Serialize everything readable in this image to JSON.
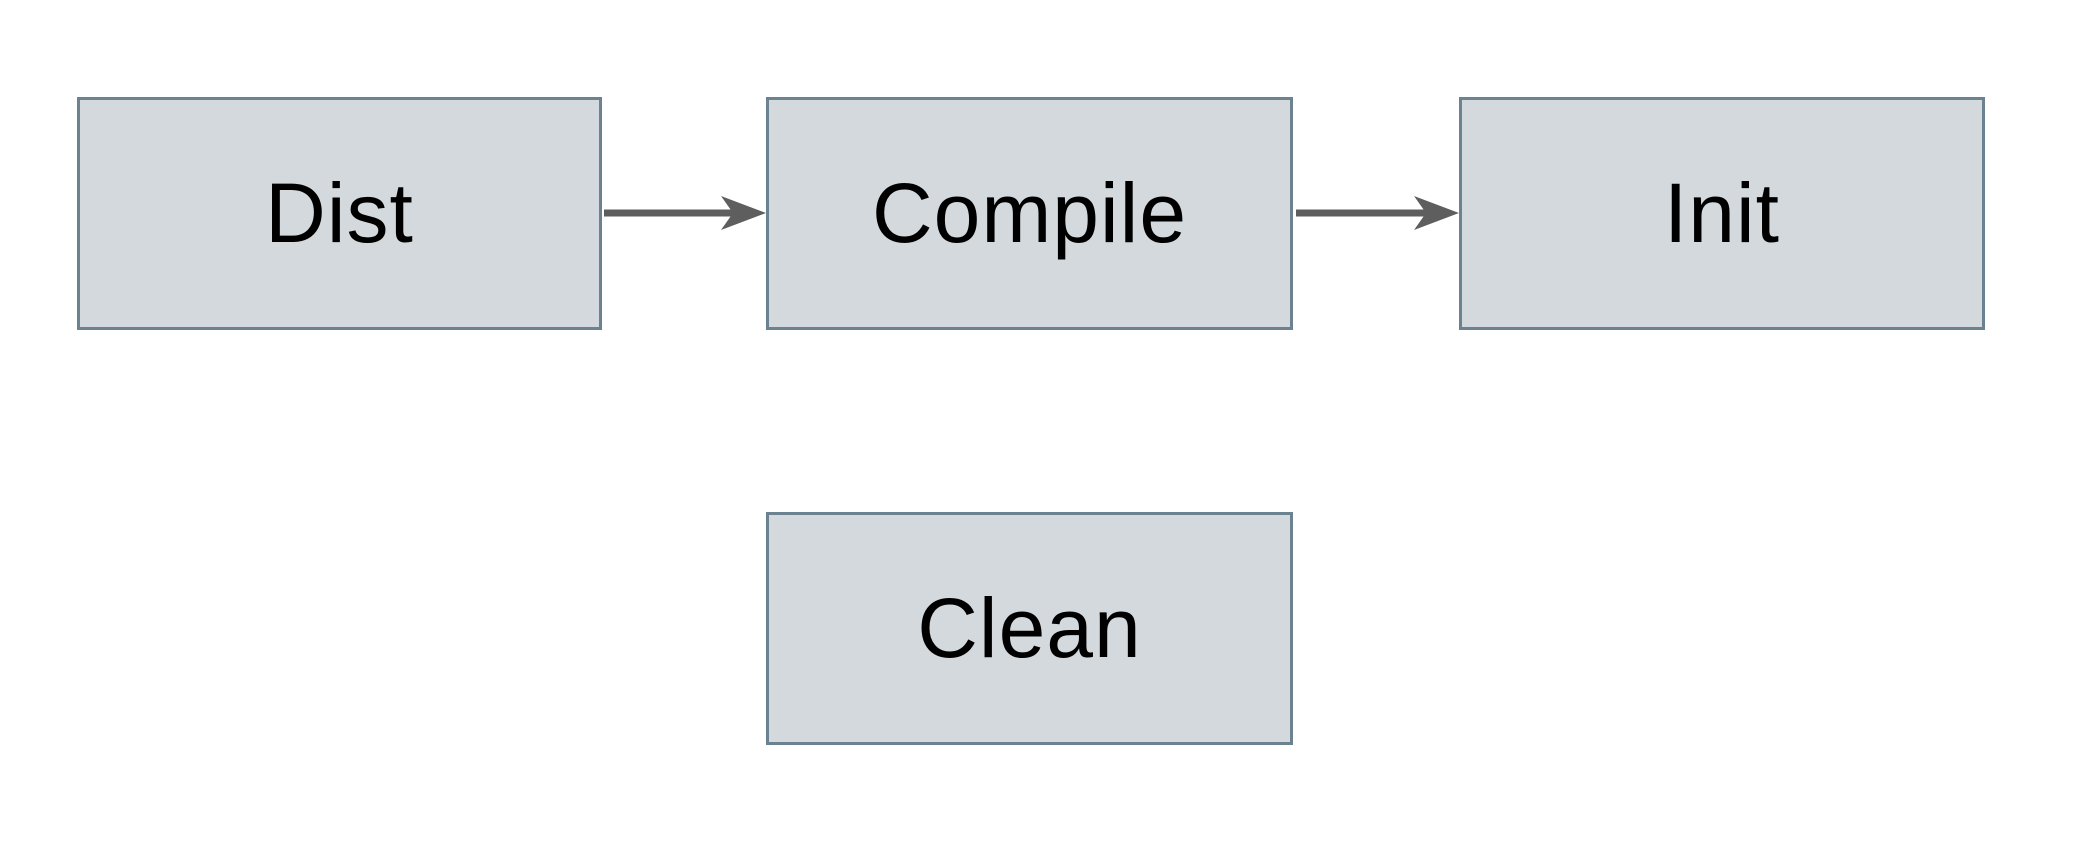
{
  "diagram": {
    "type": "flowchart",
    "colors": {
      "background": "#ffffff",
      "node_fill": "#d3d9dc",
      "node_border": "#6b8391",
      "arrow_color": "#5e5e5e",
      "text_color": "#000000"
    },
    "nodes": [
      {
        "id": "dist",
        "label": "Dist"
      },
      {
        "id": "compile",
        "label": "Compile"
      },
      {
        "id": "init",
        "label": "Init"
      },
      {
        "id": "clean",
        "label": "Clean"
      }
    ],
    "edges": [
      {
        "from": "Dist",
        "to": "Compile"
      },
      {
        "from": "Compile",
        "to": "Init"
      }
    ]
  }
}
